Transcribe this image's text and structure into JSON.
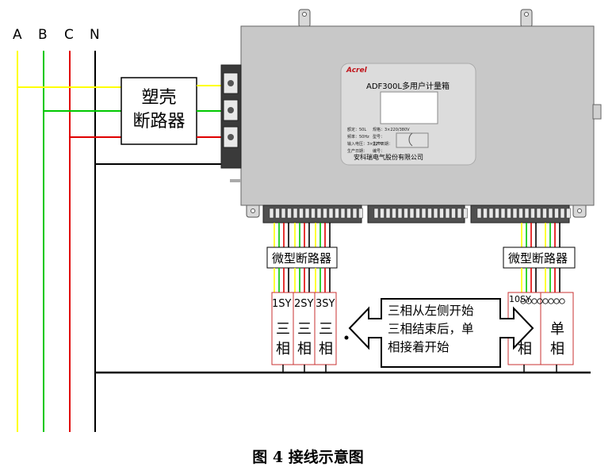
{
  "phases": [
    "A",
    "B",
    "C",
    "N"
  ],
  "mccb_label": [
    "塑壳",
    "断路器"
  ],
  "device": {
    "brand": "Acrel",
    "model": "ADF300L多用户计量箱",
    "nameplate_rows": [
      "额定：50L",
      "规格：3×220/380V",
      "频率：50Hz",
      "型号：",
      "输入电压：3×220V",
      "生产日期：",
      "生产日期：",
      "编号："
    ],
    "manufacturer": "安科瑞电气股份有限公司"
  },
  "mcb_left": "微型断路器",
  "mcb_right": "微型断路器",
  "three_phase_meters": [
    {
      "id": "1SY",
      "type": [
        "三",
        "相"
      ]
    },
    {
      "id": "2SY",
      "type": [
        "三",
        "相"
      ]
    },
    {
      "id": "3SY",
      "type": [
        "三",
        "相"
      ]
    }
  ],
  "single_phase_meters": [
    {
      "id": "10SY",
      "type": [
        "相"
      ]
    },
    {
      "id": "",
      "type": [
        "单",
        "相"
      ]
    }
  ],
  "note_lines": [
    "三相从左侧开始",
    "三相结束后，单",
    "相接着开始"
  ],
  "caption": "图 4  接线示意图",
  "colors": {
    "phase_a": "#ffff00",
    "phase_b": "#00c800",
    "phase_c": "#e00000",
    "neutral": "#000000",
    "meter_border": "#c83232",
    "device_body": "#c8c8c8"
  }
}
